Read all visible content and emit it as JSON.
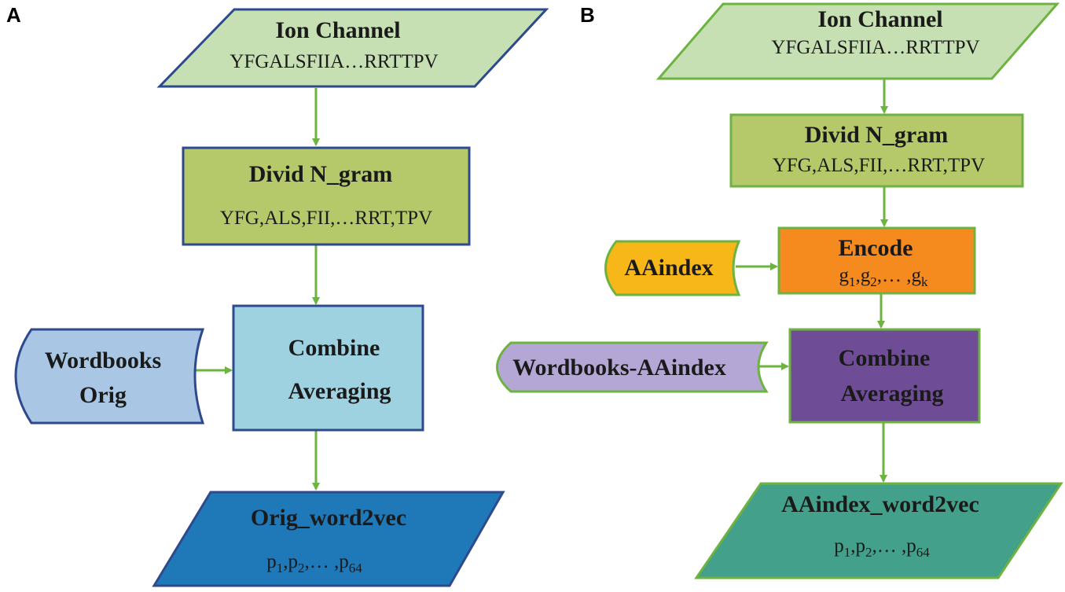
{
  "panel_a": {
    "label": "A",
    "ion_channel": {
      "title": "Ion Channel",
      "sequence": "YFGALSFIIA…RRTTPV"
    },
    "divid": {
      "title": "Divid N_gram",
      "grams": "YFG,ALS,FII,…RRT,TPV"
    },
    "wordbooks": {
      "line1": "Wordbooks",
      "line2": "Orig"
    },
    "combine": {
      "line1": "Combine",
      "line2": "Averaging"
    },
    "output": {
      "title": "Orig_word2vec",
      "vector": {
        "v": "p",
        "s1": "1",
        "s2": "2",
        "sep": ",",
        "dots": "… ",
        "sk": "64"
      }
    }
  },
  "panel_b": {
    "label": "B",
    "ion_channel": {
      "title": "Ion Channel",
      "sequence": "YFGALSFIIA…RRTTPV"
    },
    "divid": {
      "title": "Divid N_gram",
      "grams": "YFG,ALS,FII,…RRT,TPV"
    },
    "aaindex": {
      "label": "AAindex"
    },
    "encode": {
      "title": "Encode",
      "vector": {
        "v": "g",
        "s1": "1",
        "s2": "2",
        "sep": ",",
        "dots": "… ",
        "sk": "k"
      }
    },
    "wordbooks": {
      "label": "Wordbooks-AAindex"
    },
    "combine": {
      "line1": "Combine",
      "line2": "Averaging"
    },
    "output": {
      "title": "AAindex_word2vec",
      "vector": {
        "v": "p",
        "s1": "1",
        "s2": "2",
        "sep": ",",
        "dots": "… ",
        "sk": "64"
      }
    }
  },
  "colors": {
    "arrow": "#6db33f",
    "a_light_green": "#c6e0b4",
    "a_divid": "#b5c96a",
    "a_wordbooks": "#a9c7e4",
    "a_combine": "#9fd2e0",
    "a_output": "#1f78b8",
    "b_light_green": "#c6e0b4",
    "b_divid": "#b5c96a",
    "b_aaindex": "#f7b718",
    "b_encode": "#f58a1f",
    "b_wordbooks": "#b4a7d6",
    "b_combine": "#6f4d96",
    "b_output": "#43a08a"
  }
}
